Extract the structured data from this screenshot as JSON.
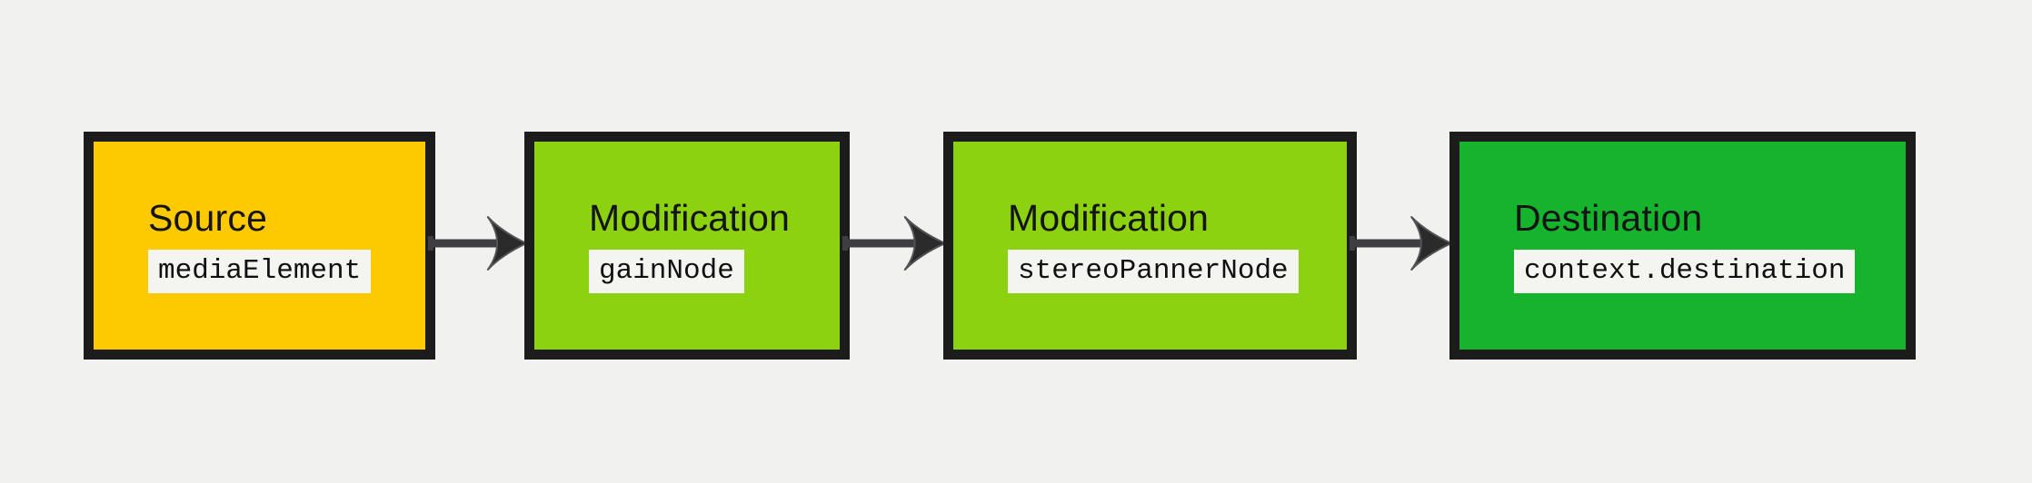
{
  "colors": {
    "background": "#f1f1f0",
    "node_border": "#1c1c1c",
    "code_chip_bg": "#f4f4f1",
    "title_text": "#141414",
    "code_text": "#101010",
    "arrow_shaft": "#3e3e42",
    "arrow_head": "#2a2a2a",
    "arrow_head_outline": "#535357"
  },
  "nodes": [
    {
      "title": "Source",
      "code": "mediaElement",
      "fill": "#fdc900"
    },
    {
      "title": "Modification",
      "code": "gainNode",
      "fill": "#8cd211"
    },
    {
      "title": "Modification",
      "code": "stereoPannerNode",
      "fill": "#8cd211"
    },
    {
      "title": "Destination",
      "code": "context.destination",
      "fill": "#16b42c"
    }
  ]
}
